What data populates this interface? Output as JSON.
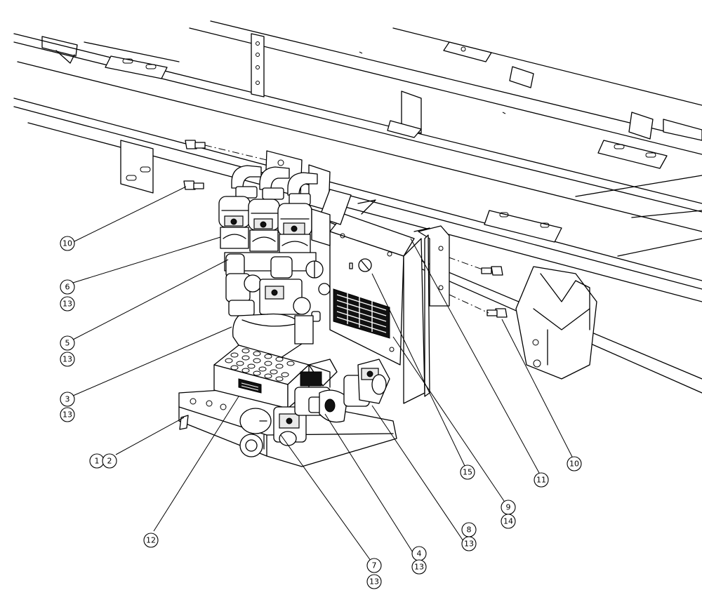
{
  "callouts": [
    {
      "id": "c10a",
      "label": "10"
    },
    {
      "id": "c6",
      "label": "6"
    },
    {
      "id": "c13a",
      "label": "13"
    },
    {
      "id": "c5",
      "label": "5"
    },
    {
      "id": "c13b",
      "label": "13"
    },
    {
      "id": "c3",
      "label": "3"
    },
    {
      "id": "c13c",
      "label": "13"
    },
    {
      "id": "c1",
      "label": "1"
    },
    {
      "id": "c2",
      "label": "2"
    },
    {
      "id": "c12",
      "label": "12"
    },
    {
      "id": "c7",
      "label": "7"
    },
    {
      "id": "c13d",
      "label": "13"
    },
    {
      "id": "c4",
      "label": "4"
    },
    {
      "id": "c13e",
      "label": "13"
    },
    {
      "id": "c8",
      "label": "8"
    },
    {
      "id": "c13f",
      "label": "13"
    },
    {
      "id": "c9",
      "label": "9"
    },
    {
      "id": "c14",
      "label": "14"
    },
    {
      "id": "c15",
      "label": "15"
    },
    {
      "id": "c11",
      "label": "11"
    },
    {
      "id": "c10b",
      "label": "10"
    }
  ]
}
